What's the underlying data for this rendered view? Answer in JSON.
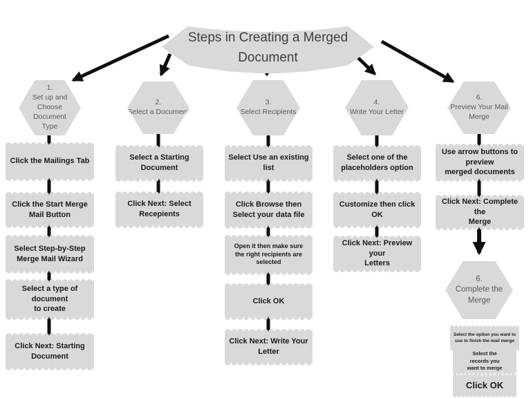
{
  "diagram_title": "Steps in Creating a Merged\nDocument",
  "colors": {
    "shape_fill": "#d9d9d9",
    "hex_text": "#595959",
    "box_text": "#1a1a1a",
    "arrow": "#0e0e0e",
    "title_text": "#3f3f3f"
  },
  "columns": [
    {
      "step_number": "1.",
      "step_label": "Set up and\nChoose\nDocument\nType",
      "boxes": [
        "Click the Mailings Tab",
        "Click the Start Merge\nMail Button",
        "Select Step-by-Step\nMerge Mail Wizard",
        "Select a type of\ndocument\nto create",
        "Click Next: Starting\nDocument"
      ]
    },
    {
      "step_number": "2.",
      "step_label": "Select a Document",
      "boxes": [
        "Select a Starting\nDocument",
        "Click Next: Select\nRecepients"
      ]
    },
    {
      "step_number": "3.",
      "step_label": "Select Recipients",
      "boxes": [
        "Select Use an existing\nlist",
        "Click Browse then\nSelect your data file",
        "Open it then make sure\nthe right recipients are\nselected",
        "Click OK",
        "Click Next: Write Your\nLetter"
      ]
    },
    {
      "step_number": "4.",
      "step_label": "Write Your Letter",
      "boxes": [
        "Select one of the\nplaceholders option",
        "Customize then click OK",
        "Click Next: Preview your\nLetters"
      ]
    },
    {
      "step_number": "6.",
      "step_label": "Preview Your Mail\nMerge",
      "boxes": [
        "Use arrow buttons to\npreview\nmerged documents",
        "Click Next: Complete the\nMerge"
      ]
    }
  ],
  "final_step": {
    "step_number": "6.",
    "step_label": "Complete the Merge",
    "boxes": [
      "Select the option you want to\nuse to finish the mail merge",
      "Select the\nrecords you\nwant to merge",
      "Click OK"
    ]
  }
}
